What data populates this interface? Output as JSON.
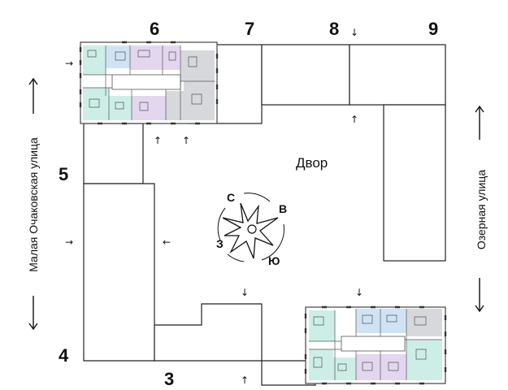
{
  "plan": {
    "yard_label": "Двор",
    "streets": {
      "left": "Малая Очаковская улица",
      "right": "Озерная улица"
    },
    "building_numbers": [
      {
        "id": "3",
        "label": "3"
      },
      {
        "id": "4",
        "label": "4"
      },
      {
        "id": "5",
        "label": "5"
      },
      {
        "id": "6",
        "label": "6"
      },
      {
        "id": "7",
        "label": "7"
      },
      {
        "id": "8",
        "label": "8"
      },
      {
        "id": "9",
        "label": "9"
      }
    ],
    "compass": {
      "north": "С",
      "east": "В",
      "south": "Ю",
      "west": "З"
    },
    "arrows": {
      "up": "↑",
      "down": "↓",
      "left": "←",
      "right": "→"
    },
    "colors": {
      "outline": "#222222",
      "apt_teal": "#cdeee6",
      "apt_lilac": "#e3d6ef",
      "apt_blue": "#cfe3f5",
      "apt_grey": "#d6d8dc"
    }
  }
}
